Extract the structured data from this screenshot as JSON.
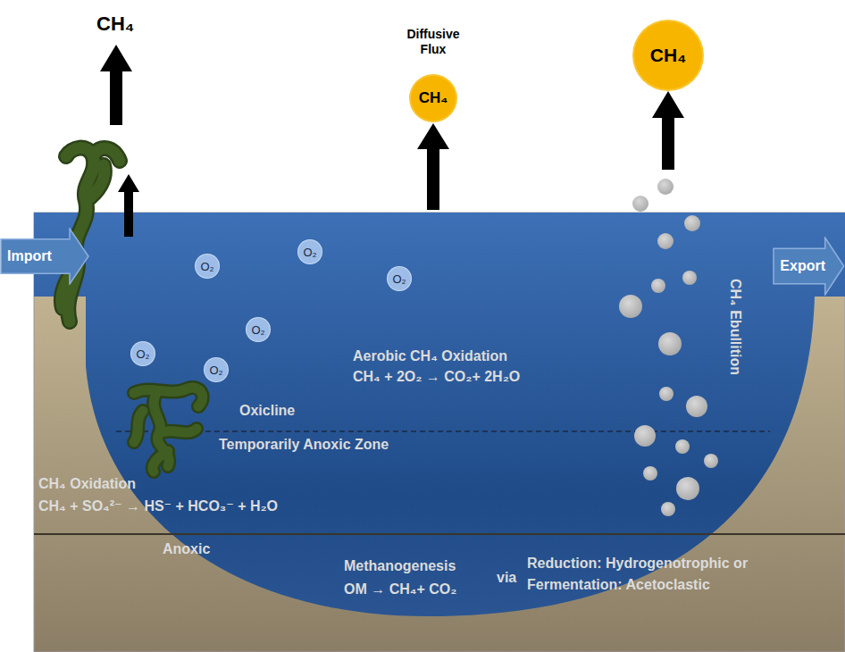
{
  "diagram": {
    "nodes": [
      {
        "text": [
          "CH₄"
        ]
      },
      {
        "text": [
          "CH₄"
        ]
      },
      {
        "text": [
          "Import"
        ]
      },
      {
        "text": [
          "Export"
        ]
      },
      {
        "text": [
          "O₂"
        ]
      },
      {
        "text": [
          "O₂"
        ]
      },
      {
        "text": [
          "O₂"
        ]
      },
      {
        "text": [
          "O₂"
        ]
      },
      {
        "text": [
          "O₂"
        ]
      },
      {
        "text": [
          "O₂"
        ]
      }
    ],
    "labels": [
      "CH₄",
      "Diffusive Flux",
      "Aerobic CH₄ Oxidation",
      "CH₄ + 2O₂ → CO₂+ 2H₂O",
      "Oxicline",
      "Temporarily Anoxic Zone",
      "CH₄ Oxidation",
      "CH₄ + SO₄²⁻ → HS⁻ + HCO₃⁻ + H₂O",
      "Anoxic",
      "Methanogenesis",
      "OM → CH₄+ CO₂",
      "via",
      "Reduction: Hydrogenotrophic or",
      "Fermentation: Acetoclastic",
      "CH₄ Ebullition"
    ]
  }
}
